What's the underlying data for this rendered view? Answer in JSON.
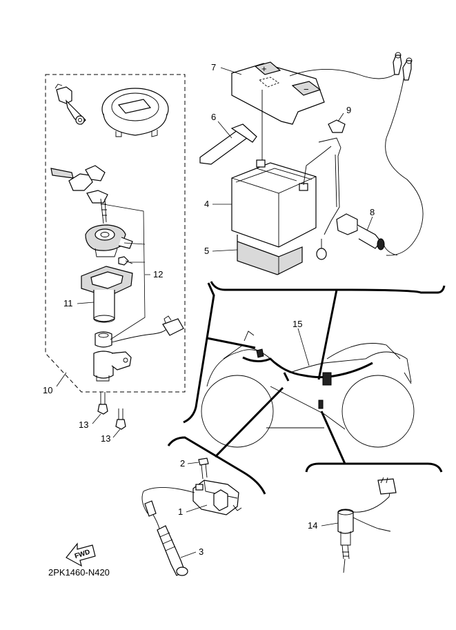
{
  "diagram_code": "2PK1460-N420",
  "fwd_text": "FWD",
  "callouts": [
    {
      "id": "c1",
      "text": "1"
    },
    {
      "id": "c2",
      "text": "2"
    },
    {
      "id": "c3",
      "text": "3"
    },
    {
      "id": "c4",
      "text": "4"
    },
    {
      "id": "c5",
      "text": "5"
    },
    {
      "id": "c6",
      "text": "6"
    },
    {
      "id": "c7",
      "text": "7"
    },
    {
      "id": "c8",
      "text": "8"
    },
    {
      "id": "c9",
      "text": "9"
    },
    {
      "id": "c10",
      "text": "10"
    },
    {
      "id": "c11",
      "text": "11"
    },
    {
      "id": "c12",
      "text": "12"
    },
    {
      "id": "c13a",
      "text": "13"
    },
    {
      "id": "c13b",
      "text": "13"
    },
    {
      "id": "c14",
      "text": "14"
    },
    {
      "id": "c15",
      "text": "15"
    }
  ],
  "battery_symbols": {
    "positive": "+",
    "negative": "−"
  }
}
